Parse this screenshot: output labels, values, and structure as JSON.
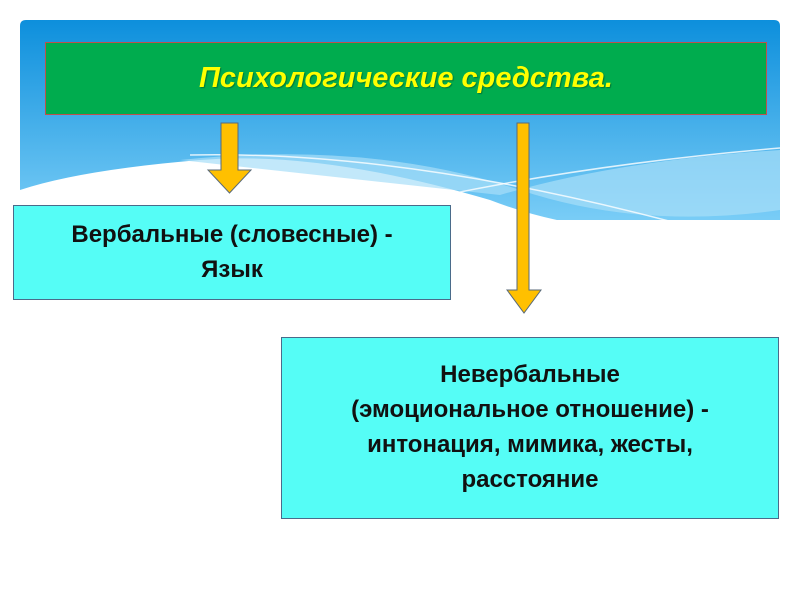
{
  "title": "Психологические средства.",
  "verbal": {
    "line1": "Вербальные (словесные) -",
    "line2": "Язык"
  },
  "nonverbal": {
    "line1": "Невербальные",
    "line2": "(эмоциональное отношение) -",
    "line3": "интонация, мимика, жесты,",
    "line4": "расстояние"
  },
  "colors": {
    "title_bg": "#00ac4e",
    "title_text": "#ffff00",
    "box_bg": "#55fdf6",
    "arrow": "#ffc000",
    "banner": "#1a9be0"
  }
}
